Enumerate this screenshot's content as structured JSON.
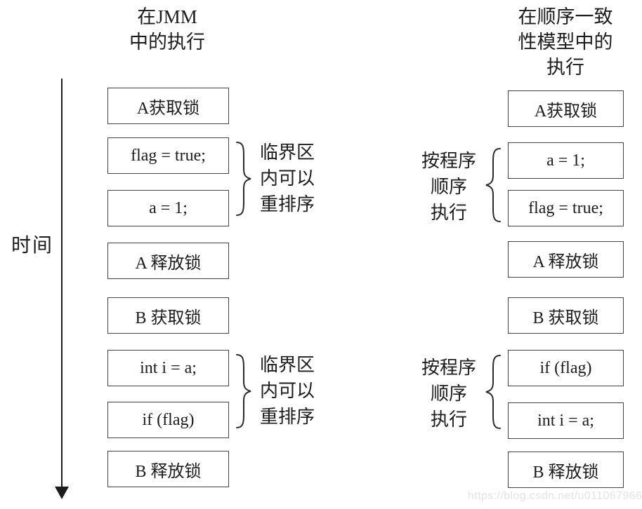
{
  "palette": {
    "ink": "#1c1c1c",
    "box_border": "#434343",
    "watermark_color": "#e3e3e3"
  },
  "time_axis": {
    "label": "时间"
  },
  "jmm_column": {
    "title_lines": [
      "在JMM",
      "中的执行"
    ],
    "boxes": [
      "A获取锁",
      "flag = true;",
      "a = 1;",
      "A 释放锁",
      "B 获取锁",
      "int i = a;",
      "if (flag)",
      "B 释放锁"
    ],
    "braces": [
      {
        "lines": [
          "临界区",
          "内可以",
          "重排序"
        ]
      },
      {
        "lines": [
          "临界区",
          "内可以",
          "重排序"
        ]
      }
    ]
  },
  "sc_column": {
    "title_lines": [
      "在顺序一致",
      "性模型中的",
      "执行"
    ],
    "boxes": [
      "A获取锁",
      "a = 1;",
      "flag = true;",
      "A 释放锁",
      "B 获取锁",
      "if (flag)",
      "int i = a;",
      "B 释放锁"
    ],
    "braces": [
      {
        "lines": [
          "按程序",
          "顺序",
          "执行"
        ]
      },
      {
        "lines": [
          "按程序",
          "顺序",
          "执行"
        ]
      }
    ]
  },
  "watermark": "https://blog.csdn.net/u011067966"
}
